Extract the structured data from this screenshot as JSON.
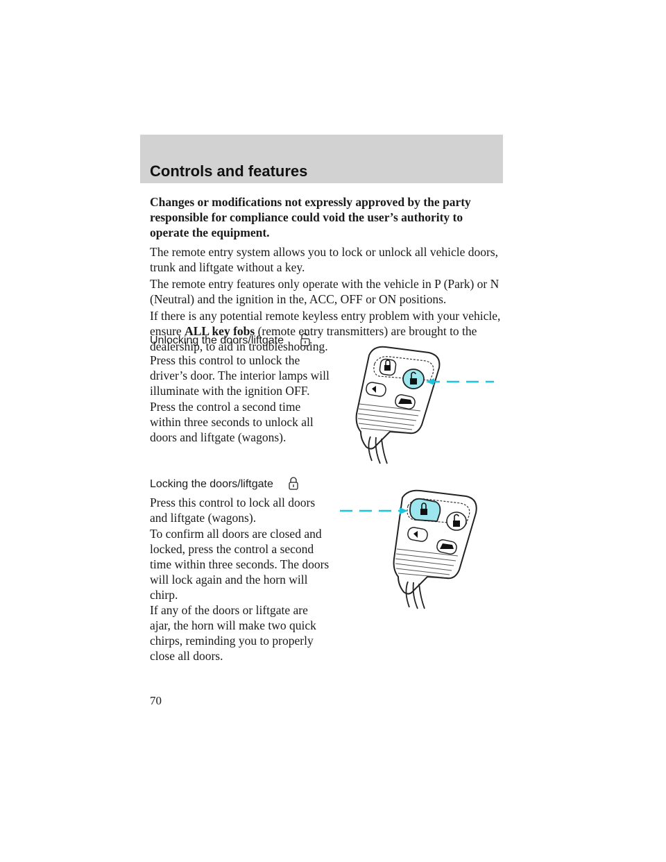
{
  "header": {
    "title": "Controls and features"
  },
  "warning": "Changes or modifications not expressly approved by the party responsible for compliance could void the user’s authority to operate the equipment.",
  "intro": {
    "p1": "The remote entry system allows you to lock or unlock all vehicle doors, trunk and liftgate without a key.",
    "p2": "The remote entry features only operate with the vehicle in P (Park) or N (Neutral) and the ignition in the, ACC, OFF or ON positions.",
    "p3_start": "If there is any potential remote keyless entry problem with your vehicle, ensure",
    "p3_bold": "ALL key fobs",
    "p3_end": "(remote entry transmitters) are brought to the dealership, to aid in troubleshooting."
  },
  "unlock": {
    "heading": "Unlocking the doors/liftgate",
    "icon": "unlock-icon",
    "p1": "Press this control to unlock the driver’s door. The interior lamps will illuminate with the ignition OFF.",
    "p2": "Press the control a second time within three seconds to unlock all doors and liftgate (wagons)."
  },
  "lock": {
    "heading": "Locking the doors/liftgate",
    "icon": "lock-icon",
    "p1": "Press this control to lock all doors and liftgate (wagons).",
    "p2": "To confirm all doors are closed and locked, press the control a second time within three seconds. The doors will lock again and the horn will chirp.",
    "p3": "If any of the doors or liftgate are ajar, the horn will make two quick chirps, reminding you to properly close all doors."
  },
  "page_number": "70",
  "colors": {
    "header_bg": "#d2d2d2",
    "highlight": "#9ee6ee",
    "callout_line": "#19c4dc"
  }
}
